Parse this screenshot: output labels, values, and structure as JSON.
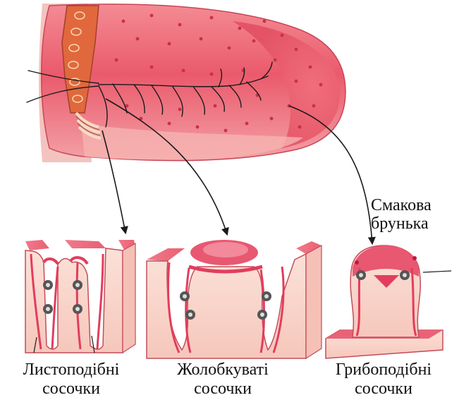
{
  "labels": {
    "foliate": {
      "line1": "Листоподібні",
      "line2": "сосочки"
    },
    "vallate": {
      "line1": "Жолобкуваті",
      "line2": "сосочки"
    },
    "fungiform": {
      "line1": "Грибоподібні",
      "line2": "сосочки"
    },
    "taste_bud": {
      "line1": "Смакова",
      "line2": "брунька"
    }
  },
  "colors": {
    "tongue_surface": "#e95a6b",
    "tongue_dark": "#c93b50",
    "papilla_wall": "#f9d2c8",
    "epithelium": "#e23d5c",
    "nerve": "#1a1a1a",
    "foliate_region": "#e0683c"
  }
}
